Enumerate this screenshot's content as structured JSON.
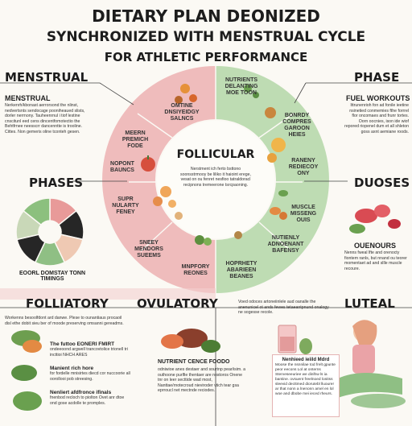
{
  "title": {
    "line1": "DIETARY PLAN DEONIZED",
    "line2": "SYNCHRONIZED WITH MENSTRUAL CYCLE",
    "line3": "FOR ATHLETIC PERFORMANCE"
  },
  "headers": {
    "menstrual": "MENSTRUAL",
    "phase": "PHASE",
    "phases": "PHASES",
    "duoses": "DUOSES",
    "folliatory": "FOLLIATORY",
    "ovulatory": "OVULATORY",
    "luteal": "LUTEAL"
  },
  "center": {
    "title": "FOLLICULAR",
    "text": "Nerstment ich ferto bsttono soonsstrmooy be liliko it haioint erege, vesat on ou fenret nesfioo tatraldoracl recipnons tremeerone tsrcpaoning."
  },
  "ring_left": [
    "OMTINE DNSIYEIDGY SALNCS",
    "MEERN PREMICH FODE",
    "NOPONT BAUNCS",
    "SUPR NULARTY FENEY",
    "SNEEY MENDORS SUEEMS",
    "MNPFORY REONES"
  ],
  "ring_right": [
    "NUTRIENTS DELANTING MOE TOON",
    "BONRDY COMPRES GAROON HEIES",
    "RANENY REDIECOY ONY",
    "MUSCLE MISSENG OUIS",
    "NUTIENLY ADNOENANT BAFENSY",
    "HOPRHETY ABARIEEN BEANES"
  ],
  "menstrual_block": {
    "subhead": "MENSTRUAL",
    "text": "Nerkenrh/kbonast aerrorsond the nlinst, nedvertsnts sendocage pooniheaued slists, dorler nerrnony. Tauheenrnul i tiof lestine cnscitunl eed cens dincentfomotectio the Behtfrnee neesscrr dancenntte is trooline. Cittes. Non gemeris oline tconteh gesen."
  },
  "fuel_block": {
    "subhead": "FUEL WORKOUTS",
    "text": "Ittrunenrioh fon ad fonile ieetine nsinetied conmemies fthe forrrel flor oncomaes and frunr tortes. Oorn oocnies, ison ide wiof repored riopenel dum et all shleton goss axnt aemiane roods."
  },
  "phases_block": {
    "caption": "EOORL DOMSTAY TONN TIMINGS"
  },
  "duoses_block": {
    "subhead": "OUENOURS",
    "text": "Nenns fweal lfte and orenocty fiontem ranls, but nnand ou teorer momentaet ad and sllle muscle recoure."
  },
  "folliatory_block": {
    "intro": "Workenns besoolfdont ard danwe. Plese to ounantiaus procaoil disl ethe dobit sieu ber of moode preserving omsanni gereadms.",
    "items": [
      {
        "title": "The futtoo EONERI FMIRT",
        "text": "ondeeoond argwell trancovtolice trionell tri incttioi NHCH ARES"
      },
      {
        "title": "Manient rich hore",
        "text": "for fordelle mnisirtes diecd cor nuccoorie all oorollooi pob streesing."
      },
      {
        "title": "Nenliert afdfronce ifinals",
        "text": "fnenbod recloch to piolton Ovet anr dtoe ond gose acdolle te promples."
      }
    ]
  },
  "ovulatory_block": {
    "subhead": "NUTRIENT CENCE FOODO",
    "text": "odniwioe anes destaer and sourtnp pear/isim. a outhoone purlfie thentaer are nostoros Onene tnr on leer secttide wad most, Nanttae/rnotecroud nieviroder vtich tear gsa eprroucl net mectnde reciodes."
  },
  "ov_right_block": {
    "text": "Voed odoces artoneiinlele aud oanalle the anenunicel ot ands fewes tetaeantpnund onalogy ne sogesse recole."
  },
  "luteal_block": {
    "card_title": "Nenhieed ieiild Mdrd",
    "text": "Moose the nsnnilae tod frelt gpunte peor eecons Lol at onterns Sterveseeuriee we dinlhw ls ia bantine. ovsuent freelnoed lonitss sleevid decttmed diorutebl lluourer ar that nonn a lnenonn amel en lol woe and dbobe mei ieced rheurs."
  },
  "donut": {
    "slices": [
      {
        "value": 1,
        "color": "#e89a99"
      },
      {
        "value": 1,
        "color": "#262626"
      },
      {
        "value": 1,
        "color": "#efc9b3"
      },
      {
        "value": 1,
        "color": "#8fbf84"
      },
      {
        "value": 1,
        "color": "#262626"
      },
      {
        "value": 1,
        "color": "#c9d8b8"
      },
      {
        "value": 1,
        "color": "#8cc07e"
      }
    ]
  },
  "colors": {
    "pink": "#efbcbc",
    "pink_dark": "#e49b9b",
    "green": "#bedcb3",
    "green_dark": "#9fc795",
    "text": "#222222"
  }
}
